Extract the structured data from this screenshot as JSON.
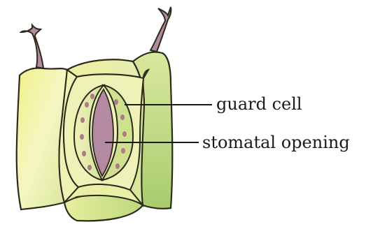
{
  "diagram": {
    "subject": "stomata-epidermal-cells",
    "labels": {
      "guard_cell": "guard cell",
      "stomatal_opening": "stomatal opening"
    },
    "colors": {
      "cell_fill_light": "#f3f5b0",
      "cell_fill_yellow": "#ecef6c",
      "cell_fill_green": "#b9d57a",
      "cell_outline": "#2c2a1a",
      "guard_cell_fill": "#dfe7a5",
      "guard_cell_dots": "#b07a86",
      "opening_fill": "#b48aa2",
      "hair_fill": "#b48aa2",
      "leader_line": "#1a1a1a"
    }
  }
}
